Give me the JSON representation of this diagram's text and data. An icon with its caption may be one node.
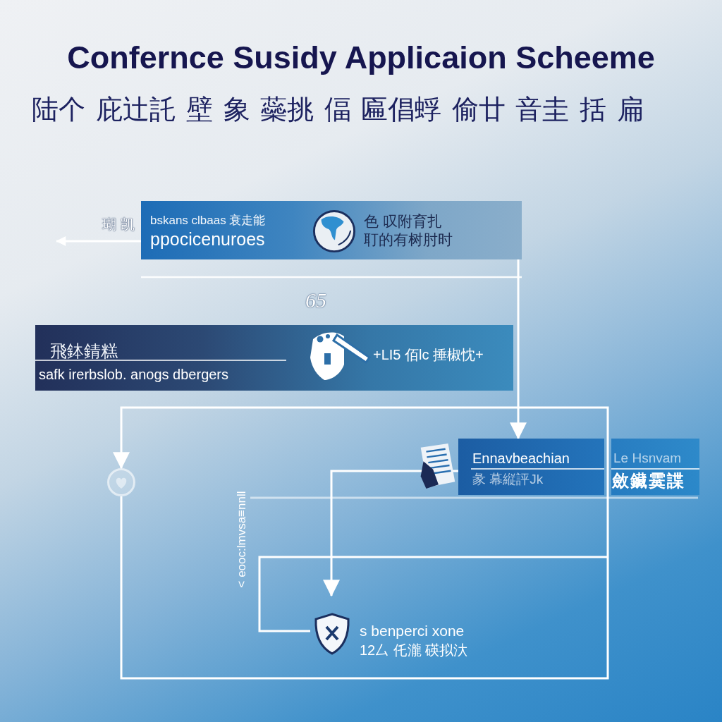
{
  "diagram": {
    "title": "Confernce Susidy Applicaion Scheeme",
    "nodes": [
      {
        "text": [
          "bskans clbaas 衰走能",
          "ppocicenuroes",
          "色 叹附育扎",
          "耵的有树肘时"
        ]
      },
      {
        "text": [
          "飛鉢錆糕",
          "safk irerbslob. anogs dbergers",
          "+LI5 佰lc 捶椒忱+"
        ]
      },
      {
        "text": [],
        "shape": "circle"
      },
      {
        "text": [
          "Ennavbeachian",
          "彖 幕縦評Jk"
        ]
      },
      {
        "text": [
          "Le Hsnvam",
          "斂鑶霙諜"
        ]
      },
      {
        "text": [
          "s benperci xone",
          "12厶 仛瀧 碤拟汏"
        ]
      }
    ],
    "edges": [
      {
        "from": 0,
        "to": null,
        "arrow": "to",
        "label": "瑚 凯"
      },
      {
        "from": 0,
        "to": 3,
        "arrow": "to"
      },
      {
        "from": 2,
        "to": 2,
        "arrow": "to"
      },
      {
        "from": 3,
        "to": 5,
        "arrow": "to"
      },
      {
        "from": null,
        "to": 5,
        "arrow": "none"
      }
    ],
    "labels": [
      "陆个 庇辻託 壁 象 蘂挑 偪 匾倡蜉 偷廿 音圭 括 扁",
      "65",
      "< eooc:lmvsa≡nnll"
    ]
  }
}
